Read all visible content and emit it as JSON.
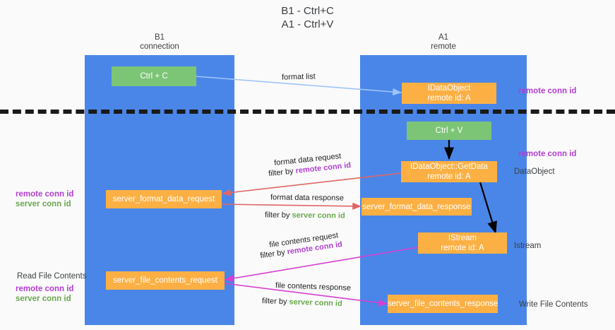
{
  "title": "B1 - Ctrl+C\nA1 - Ctrl+V",
  "columns": {
    "left": "B1\nconnection",
    "right": "A1\nremote"
  },
  "nodes": {
    "ctrl_c": "Ctrl + C",
    "idataobject": "IDataObject\nremote id: A",
    "ctrl_v": "Ctrl + V",
    "getdata": "IDataObject::GetData\nremote id: A",
    "server_format_data_request": "server_format_data_request",
    "server_format_data_response": "server_format_data_response",
    "istream": "IStream\nremote id: A",
    "server_file_contents_request": "server_file_contents_request",
    "server_file_contents_response": "server_file_contents_response"
  },
  "side_labels": {
    "remote_conn_id_top": "remote conn id",
    "remote_conn_id_mid": "remote conn id",
    "dataobject": "DataObject",
    "istream": "Istream",
    "write_file_contents": "Write File Contents",
    "read_file_contents": "Read File Contents",
    "left_pair_mid": {
      "remote": "remote conn id",
      "server": "server conn id"
    },
    "left_pair_bottom": {
      "remote": "remote conn id",
      "server": "server conn id"
    }
  },
  "edges": {
    "format_list": "format list",
    "format_data_request": "format data request",
    "format_data_request_filter_prefix": "filter by ",
    "format_data_request_filter_value": "remote conn id",
    "format_data_response": "format data response",
    "format_data_response_filter_prefix": "filter by ",
    "format_data_response_filter_value": "server conn id",
    "file_contents_request": "file contents request",
    "file_contents_request_filter_prefix": "filter by ",
    "file_contents_request_filter_value": "remote conn id",
    "file_contents_response": "file contents response",
    "file_contents_response_filter_prefix": "filter by ",
    "file_contents_response_filter_value": "server conn id"
  },
  "colors": {
    "lane": "#4a86e8",
    "node_green": "#7cc576",
    "node_orange": "#fcb044",
    "conn_purple": "#b23fd1",
    "conn_green": "#6aa84f",
    "arrow_blue": "#9fc5f8",
    "arrow_red": "#e06666",
    "arrow_magenta": "#d63fd1",
    "arrow_black": "#000000"
  }
}
